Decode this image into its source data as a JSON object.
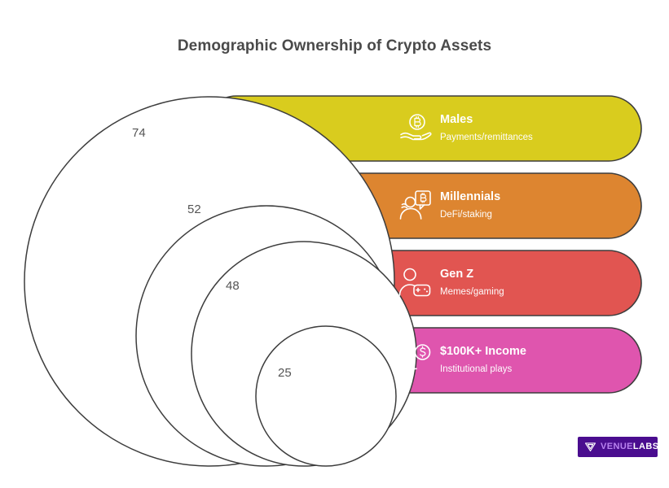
{
  "title": "Demographic Ownership of Crypto Assets",
  "logo": {
    "mark": "venuelabs-chevron-icon",
    "primary": "VENUE",
    "secondary": "LABS",
    "bg_color": "#4a0d8f",
    "primary_color": "#b983f0",
    "secondary_color": "#ffffff"
  },
  "chart_data": {
    "type": "bar",
    "title": "Demographic Ownership of Crypto Assets",
    "xlabel": "",
    "ylabel": "",
    "categories": [
      "Males",
      "Millennials",
      "Gen Z",
      "$100K+ Income"
    ],
    "values": [
      74,
      52,
      48,
      25
    ],
    "value_labels": [
      "74",
      "52",
      "48",
      "25"
    ],
    "descriptions": [
      "Payments/remittances",
      "DeFi/staking",
      "Memes/gaming",
      "Institutional plays"
    ],
    "colors": [
      "#D9CC1E",
      "#DD8530",
      "#E15551",
      "#DF55AE"
    ],
    "grid": false,
    "legend": "none",
    "style": "nested-circles-with-pill-bars"
  },
  "bars": [
    {
      "label": "Males",
      "description": "Payments/remittances",
      "value": "74",
      "color": "#D9CC1E",
      "icon": "bitcoin-in-hand-icon"
    },
    {
      "label": "Millennials",
      "description": "DeFi/staking",
      "value": "52",
      "color": "#DD8530",
      "icon": "person-bitcoin-message-icon"
    },
    {
      "label": "Gen Z",
      "description": "Memes/gaming",
      "value": "48",
      "color": "#E15551",
      "icon": "person-gamepad-icon"
    },
    {
      "label": "$100K+ Income",
      "description": "Institutional plays",
      "value": "25",
      "color": "#DF55AE",
      "icon": "person-dollar-coin-icon"
    }
  ]
}
